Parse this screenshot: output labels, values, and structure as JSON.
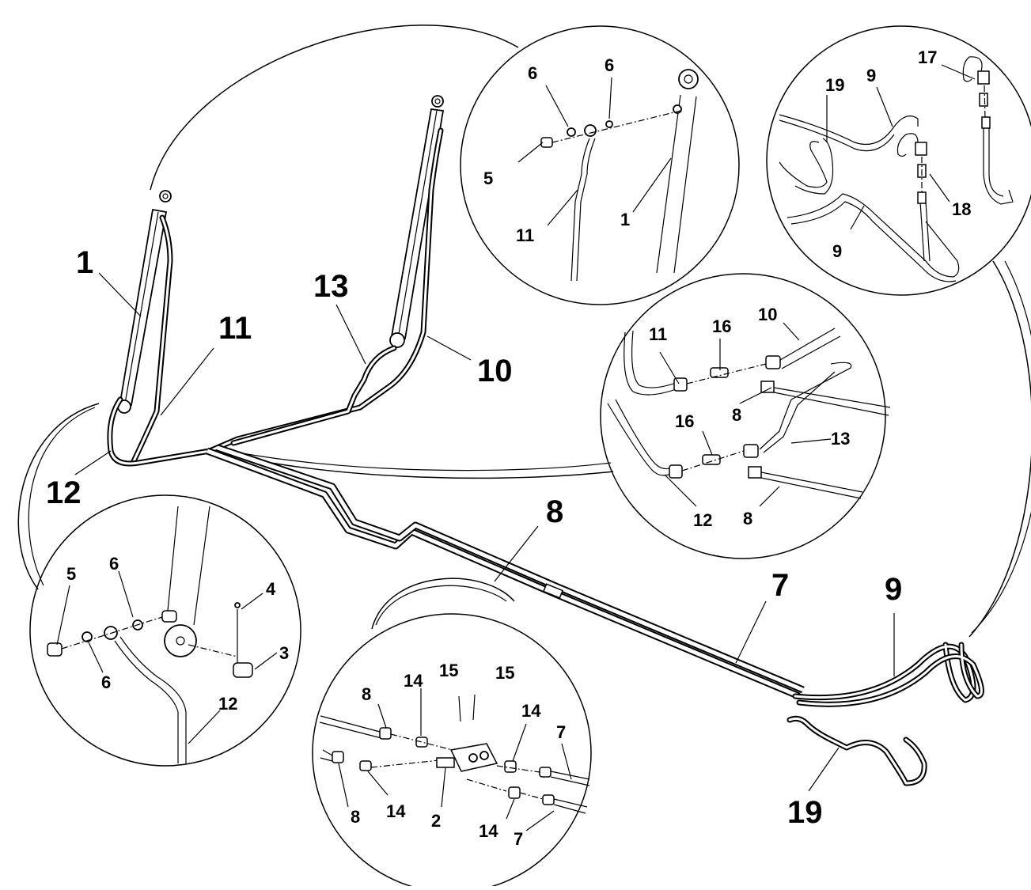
{
  "labels": {
    "main": [
      "1",
      "11",
      "13",
      "10",
      "12",
      "8",
      "7",
      "9",
      "19"
    ],
    "detail_top_left": [
      "6",
      "6",
      "5",
      "11",
      "1"
    ],
    "detail_top_right": [
      "17",
      "19",
      "9",
      "18",
      "9"
    ],
    "detail_mid_right": [
      "11",
      "16",
      "10",
      "8",
      "16",
      "13",
      "12",
      "8"
    ],
    "detail_bottom_left": [
      "5",
      "6",
      "4",
      "6",
      "3",
      "12"
    ],
    "detail_bottom_center": [
      "8",
      "14",
      "15",
      "15",
      "14",
      "7",
      "8",
      "14",
      "2",
      "14",
      "7"
    ]
  }
}
